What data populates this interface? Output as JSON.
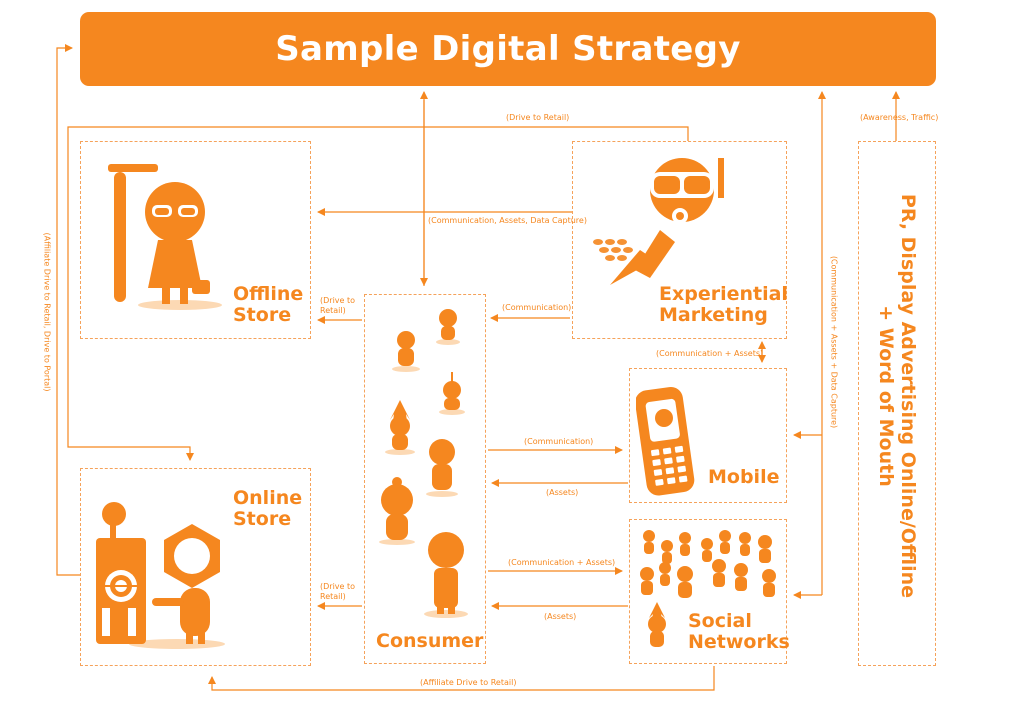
{
  "title": "Sample Digital Strategy",
  "nodes": {
    "offline_store": "Offline\nStore",
    "online_store": "Online\nStore",
    "consumer": "Consumer",
    "experiential_marketing": "Experiential\nMarketing",
    "mobile": "Mobile",
    "social_networks": "Social\nNetworks",
    "pr": "PR, Display Advertising Online/Offline\n+ Word of Mouth"
  },
  "edge_labels": {
    "drive_to_retail_top": "(Drive to Retail)",
    "comm_assets_capture": "(Communication, Assets, Data Capture)",
    "drive_to_retail_offline": "(Drive to\nRetail)",
    "communication_exp": "(Communication)",
    "comm_assets_exp_mobile": "(Communication + Assets)",
    "communication_mobile": "(Communication)",
    "assets_mobile": "(Assets)",
    "comm_assets_social": "(Communication + Assets)",
    "assets_social": "(Assets)",
    "drive_to_retail_online": "(Drive to\nRetail)",
    "affiliate_bottom": "(Affiliate Drive to Retail)",
    "affiliate_left": "(Affiliate Drive to Retail, Drive to Portal)",
    "comm_assets_capture_right": "(Communication + Assets + Data Capture)",
    "awareness_traffic": "(Awareness, Traffic)"
  },
  "colors": {
    "accent": "#f5871f",
    "dashed": "#f5a25a"
  },
  "icons": [
    "offline-store-figure-icon",
    "diver-icon",
    "mobile-phone-icon",
    "online-store-robot-icon",
    "consumer-crowd-icon",
    "social-network-crowd-icon"
  ]
}
